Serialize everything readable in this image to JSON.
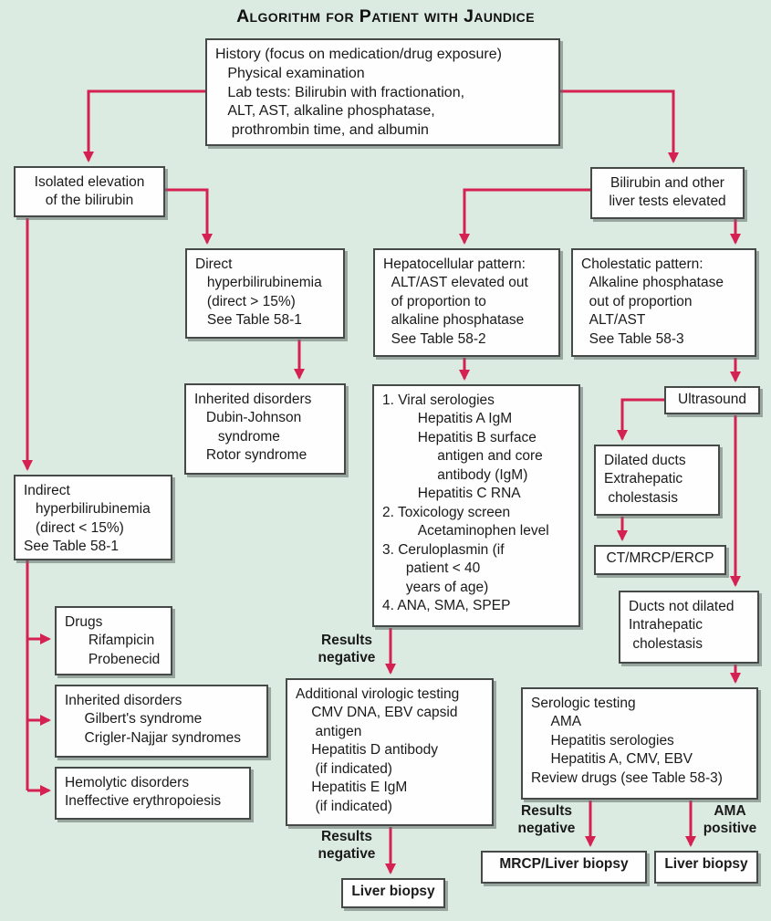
{
  "title": "Algorithm for Patient with Jaundice",
  "colors": {
    "background": "#DCEBE1",
    "box_fill": "#FEFEFE",
    "box_border": "#454A49",
    "arrow": "#D42152",
    "text": "#1A1A1A"
  },
  "boxes": {
    "history": {
      "lines": [
        "History (focus on medication/drug exposure)",
        "   Physical examination",
        "   Lab tests: Bilirubin with fractionation,",
        "   ALT, AST, alkaline phosphatase,",
        "    prothrombin time, and albumin"
      ]
    },
    "isolated": {
      "lines": [
        "Isolated elevation",
        "of the bilirubin"
      ]
    },
    "bilirubin_elevated": {
      "lines": [
        "Bilirubin and other",
        "liver tests elevated"
      ]
    },
    "direct_hyper": {
      "lines": [
        "Direct",
        "   hyperbilirubinemia",
        "   (direct > 15%)",
        "   See Table 58-1"
      ]
    },
    "inherited_dubin": {
      "lines": [
        "Inherited disorders",
        "   Dubin-Johnson",
        "      syndrome",
        "   Rotor syndrome"
      ]
    },
    "indirect_hyper": {
      "lines": [
        "Indirect",
        "   hyperbilirubinemia",
        "   (direct < 15%)",
        "See Table 58-1"
      ]
    },
    "drugs": {
      "lines": [
        "Drugs",
        "      Rifampicin",
        "      Probenecid"
      ]
    },
    "inherited_gilbert": {
      "lines": [
        "Inherited disorders",
        "     Gilbert's syndrome",
        "     Crigler-Najjar syndromes"
      ]
    },
    "hemolytic": {
      "lines": [
        "Hemolytic disorders",
        "Ineffective erythropoiesis"
      ]
    },
    "hepatocellular": {
      "lines": [
        "Hepatocellular pattern:",
        "  ALT/AST elevated out",
        "  of proportion to",
        "  alkaline phosphatase",
        "  See Table 58-2"
      ]
    },
    "cholestatic": {
      "lines": [
        "Cholestatic pattern:",
        "  Alkaline phosphatase",
        "  out of proportion",
        "  ALT/AST",
        "  See Table 58-3"
      ]
    },
    "workup": {
      "lines": [
        "1. Viral serologies",
        "         Hepatitis A IgM",
        "         Hepatitis B surface",
        "              antigen and core",
        "              antibody (IgM)",
        "         Hepatitis C RNA",
        "2. Toxicology screen",
        "         Acetaminophen level",
        "3. Ceruloplasmin (if",
        "      patient < 40",
        "      years of age)",
        "4. ANA, SMA, SPEP"
      ]
    },
    "ultrasound": {
      "lines": [
        "Ultrasound"
      ]
    },
    "dilated_ducts": {
      "lines": [
        "Dilated ducts",
        "Extrahepatic",
        " cholestasis"
      ]
    },
    "ct_mrcp_ercp": {
      "lines": [
        "CT/MRCP/ERCP"
      ]
    },
    "ducts_not_dilated": {
      "lines": [
        "Ducts not dilated",
        "Intrahepatic",
        " cholestasis"
      ]
    },
    "additional_virologic": {
      "lines": [
        "Additional virologic testing",
        "    CMV DNA, EBV capsid",
        "     antigen",
        "    Hepatitis D antibody",
        "     (if indicated)",
        "    Hepatitis E IgM",
        "     (if indicated)"
      ]
    },
    "serologic": {
      "lines": [
        "Serologic testing",
        "     AMA",
        "     Hepatitis serologies",
        "     Hepatitis A, CMV, EBV",
        "Review drugs (see Table 58-3)"
      ]
    },
    "liver_biopsy_mid": {
      "lines": [
        "Liver biopsy"
      ]
    },
    "mrcp_liver_biopsy": {
      "lines": [
        "MRCP/Liver biopsy"
      ]
    },
    "liver_biopsy_right": {
      "lines": [
        "Liver biopsy"
      ]
    }
  },
  "labels": {
    "results_negative_1": [
      "Results",
      "negative"
    ],
    "results_negative_2": [
      "Results",
      "negative"
    ],
    "results_negative_3": [
      "Results",
      "negative"
    ],
    "ama_positive": [
      "AMA",
      "positive"
    ]
  }
}
